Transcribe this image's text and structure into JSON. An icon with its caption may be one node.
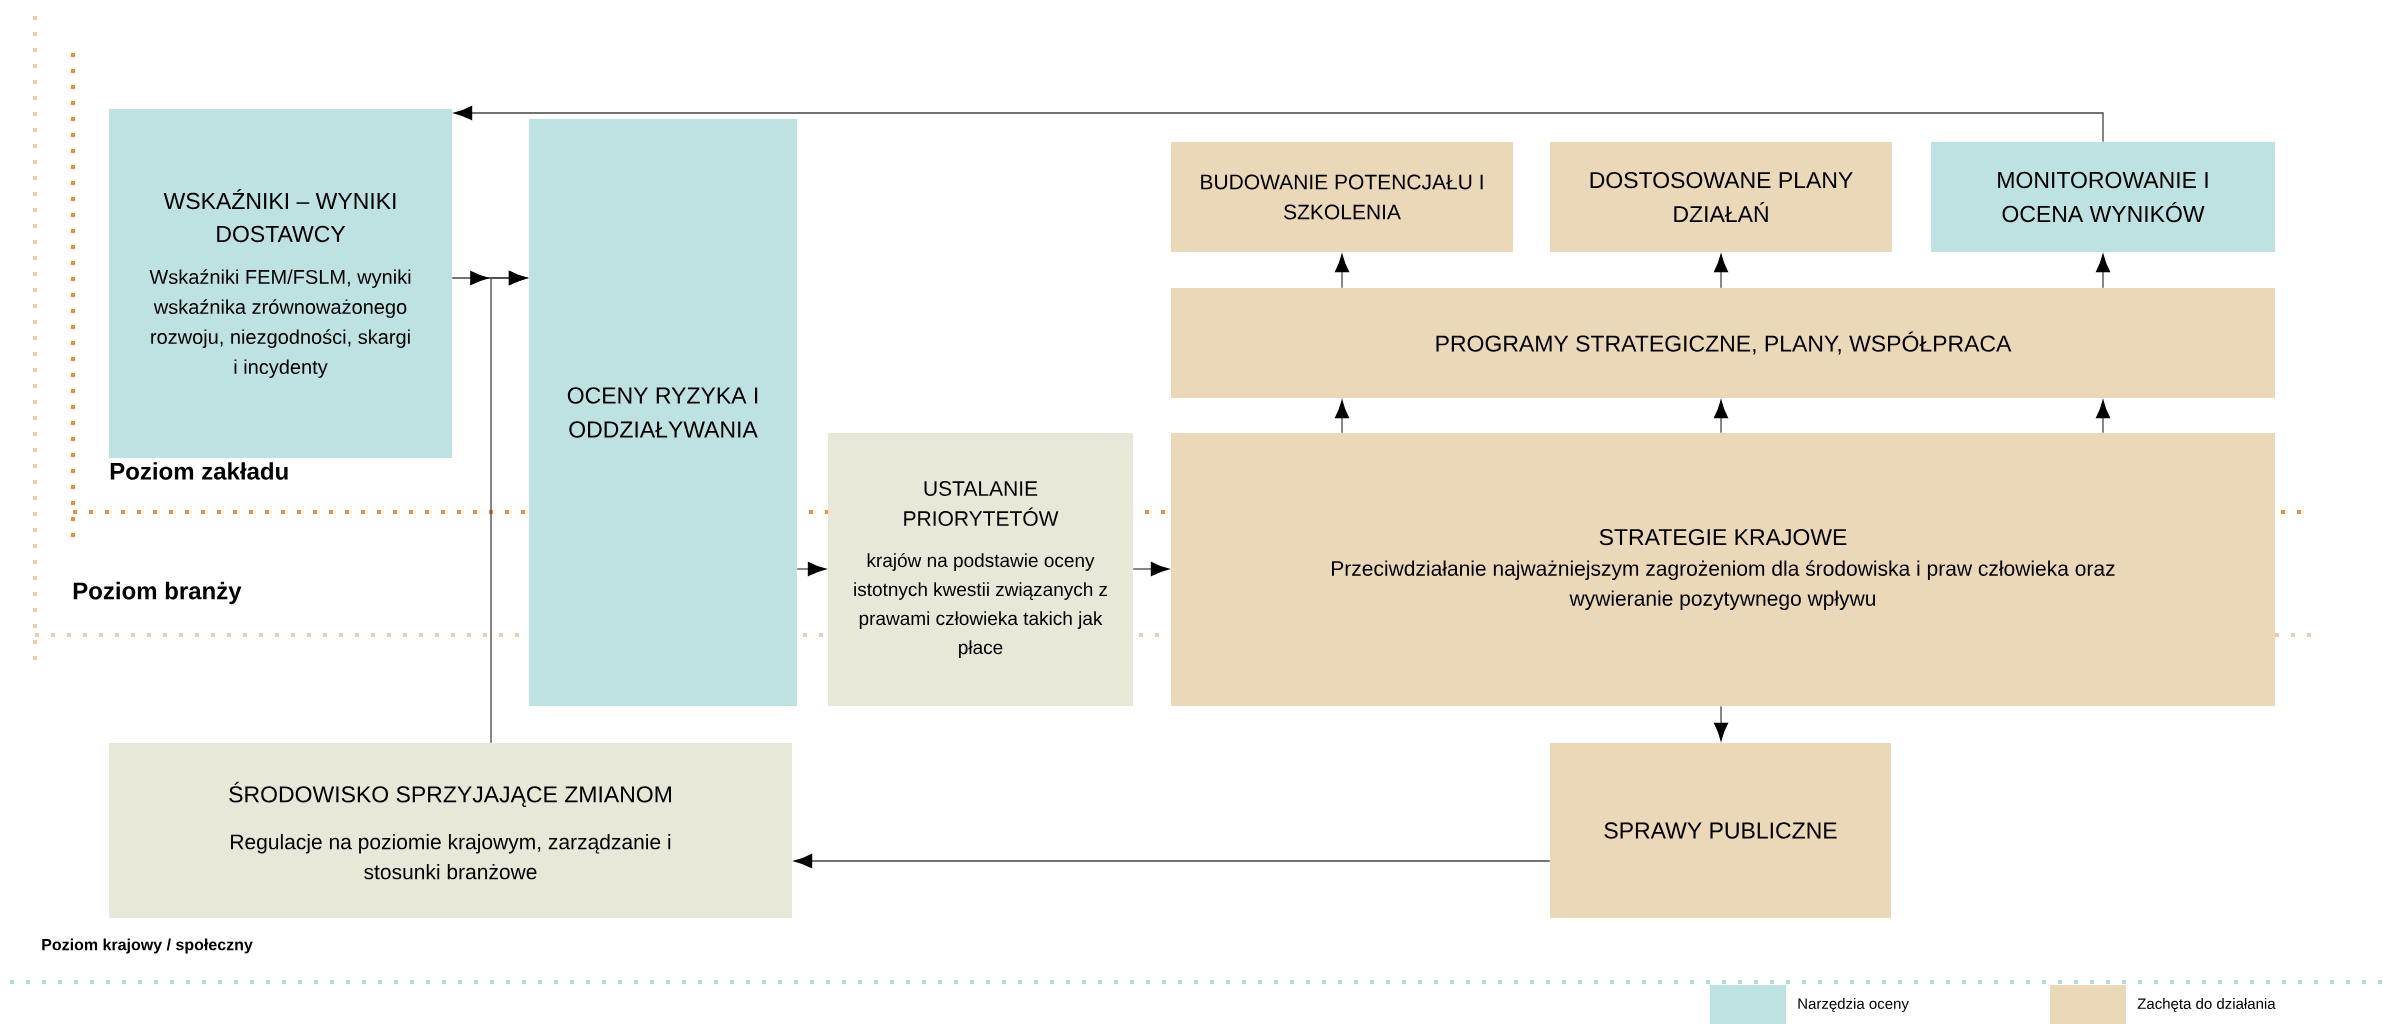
{
  "diagram": {
    "nodes": [
      {
        "text": [
          "WSKAŹNIKI – WYNIKI DOSTAWCY",
          "Wskaźniki FEM/FSLM, wyniki wskaźnika zrównoważonego rozwoju, niezgodności, skargi i incydenty"
        ]
      },
      {
        "text": [
          "OCENY RYZYKA I ODDZIAŁYWANIA"
        ]
      },
      {
        "text": [
          "USTALANIE PRIORYTETÓW",
          "krajów na podstawie oceny istotnych kwestii związanych z prawami człowieka takich jak płace"
        ]
      },
      {
        "text": [
          "BUDOWANIE POTENCJAŁU I SZKOLENIA"
        ]
      },
      {
        "text": [
          "DOSTOSOWANE PLANY DZIAŁAŃ"
        ]
      },
      {
        "text": [
          "MONITOROWANIE I OCENA WYNIKÓW"
        ]
      },
      {
        "text": [
          "PROGRAMY STRATEGICZNE, PLANY, WSPÓŁPRACA"
        ]
      },
      {
        "text": [
          "STRATEGIE KRAJOWE",
          "Przeciwdziałanie najważniejszym zagrożeniom dla środowiska i praw człowieka oraz wywieranie pozytywnego wpływu"
        ]
      },
      {
        "text": [
          "SPRAWY PUBLICZNE"
        ]
      },
      {
        "text": [
          "ŚRODOWISKO SPRZYJAJĄCE ZMIANOM",
          "Regulacje na poziomie krajowym, zarządzanie i stosunki branżowe"
        ]
      }
    ],
    "edges": [
      {
        "from": 0,
        "to": 1,
        "arrow": "to"
      },
      {
        "from": 9,
        "to": 1,
        "arrow": "to"
      },
      {
        "from": 1,
        "to": 2,
        "arrow": "to"
      },
      {
        "from": 2,
        "to": 7,
        "arrow": "to"
      },
      {
        "from": 7,
        "to": 6,
        "arrow": "to"
      },
      {
        "from": 7,
        "to": 6,
        "arrow": "to"
      },
      {
        "from": 7,
        "to": 6,
        "arrow": "to"
      },
      {
        "from": 6,
        "to": 3,
        "arrow": "to"
      },
      {
        "from": 6,
        "to": 4,
        "arrow": "to"
      },
      {
        "from": 6,
        "to": 5,
        "arrow": "to"
      },
      {
        "from": 5,
        "to": 0,
        "arrow": "to"
      },
      {
        "from": 7,
        "to": 8,
        "arrow": "to"
      },
      {
        "from": 8,
        "to": 9,
        "arrow": "to"
      }
    ],
    "labels": [
      "Poziom zakładu",
      "Poziom branży",
      "Poziom krajowy / społeczny"
    ],
    "legend": [
      {
        "text": "Narzędzia oceny",
        "color": "#bee2e1"
      },
      {
        "text": "Zachęta do działania",
        "color": "#ead8b9"
      }
    ]
  }
}
